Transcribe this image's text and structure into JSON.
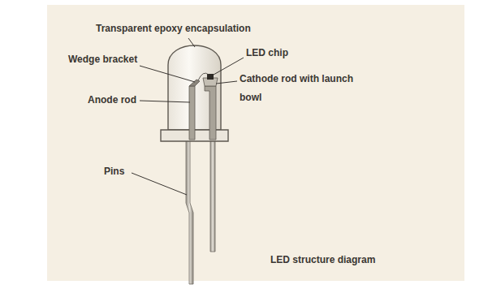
{
  "diagram": {
    "caption": "LED structure diagram",
    "labels": [
      "Transparent epoxy encapsulation",
      "LED chip",
      "Wedge bracket",
      "Cathode rod with launch bowl",
      "Anode rod",
      "Pins"
    ]
  }
}
